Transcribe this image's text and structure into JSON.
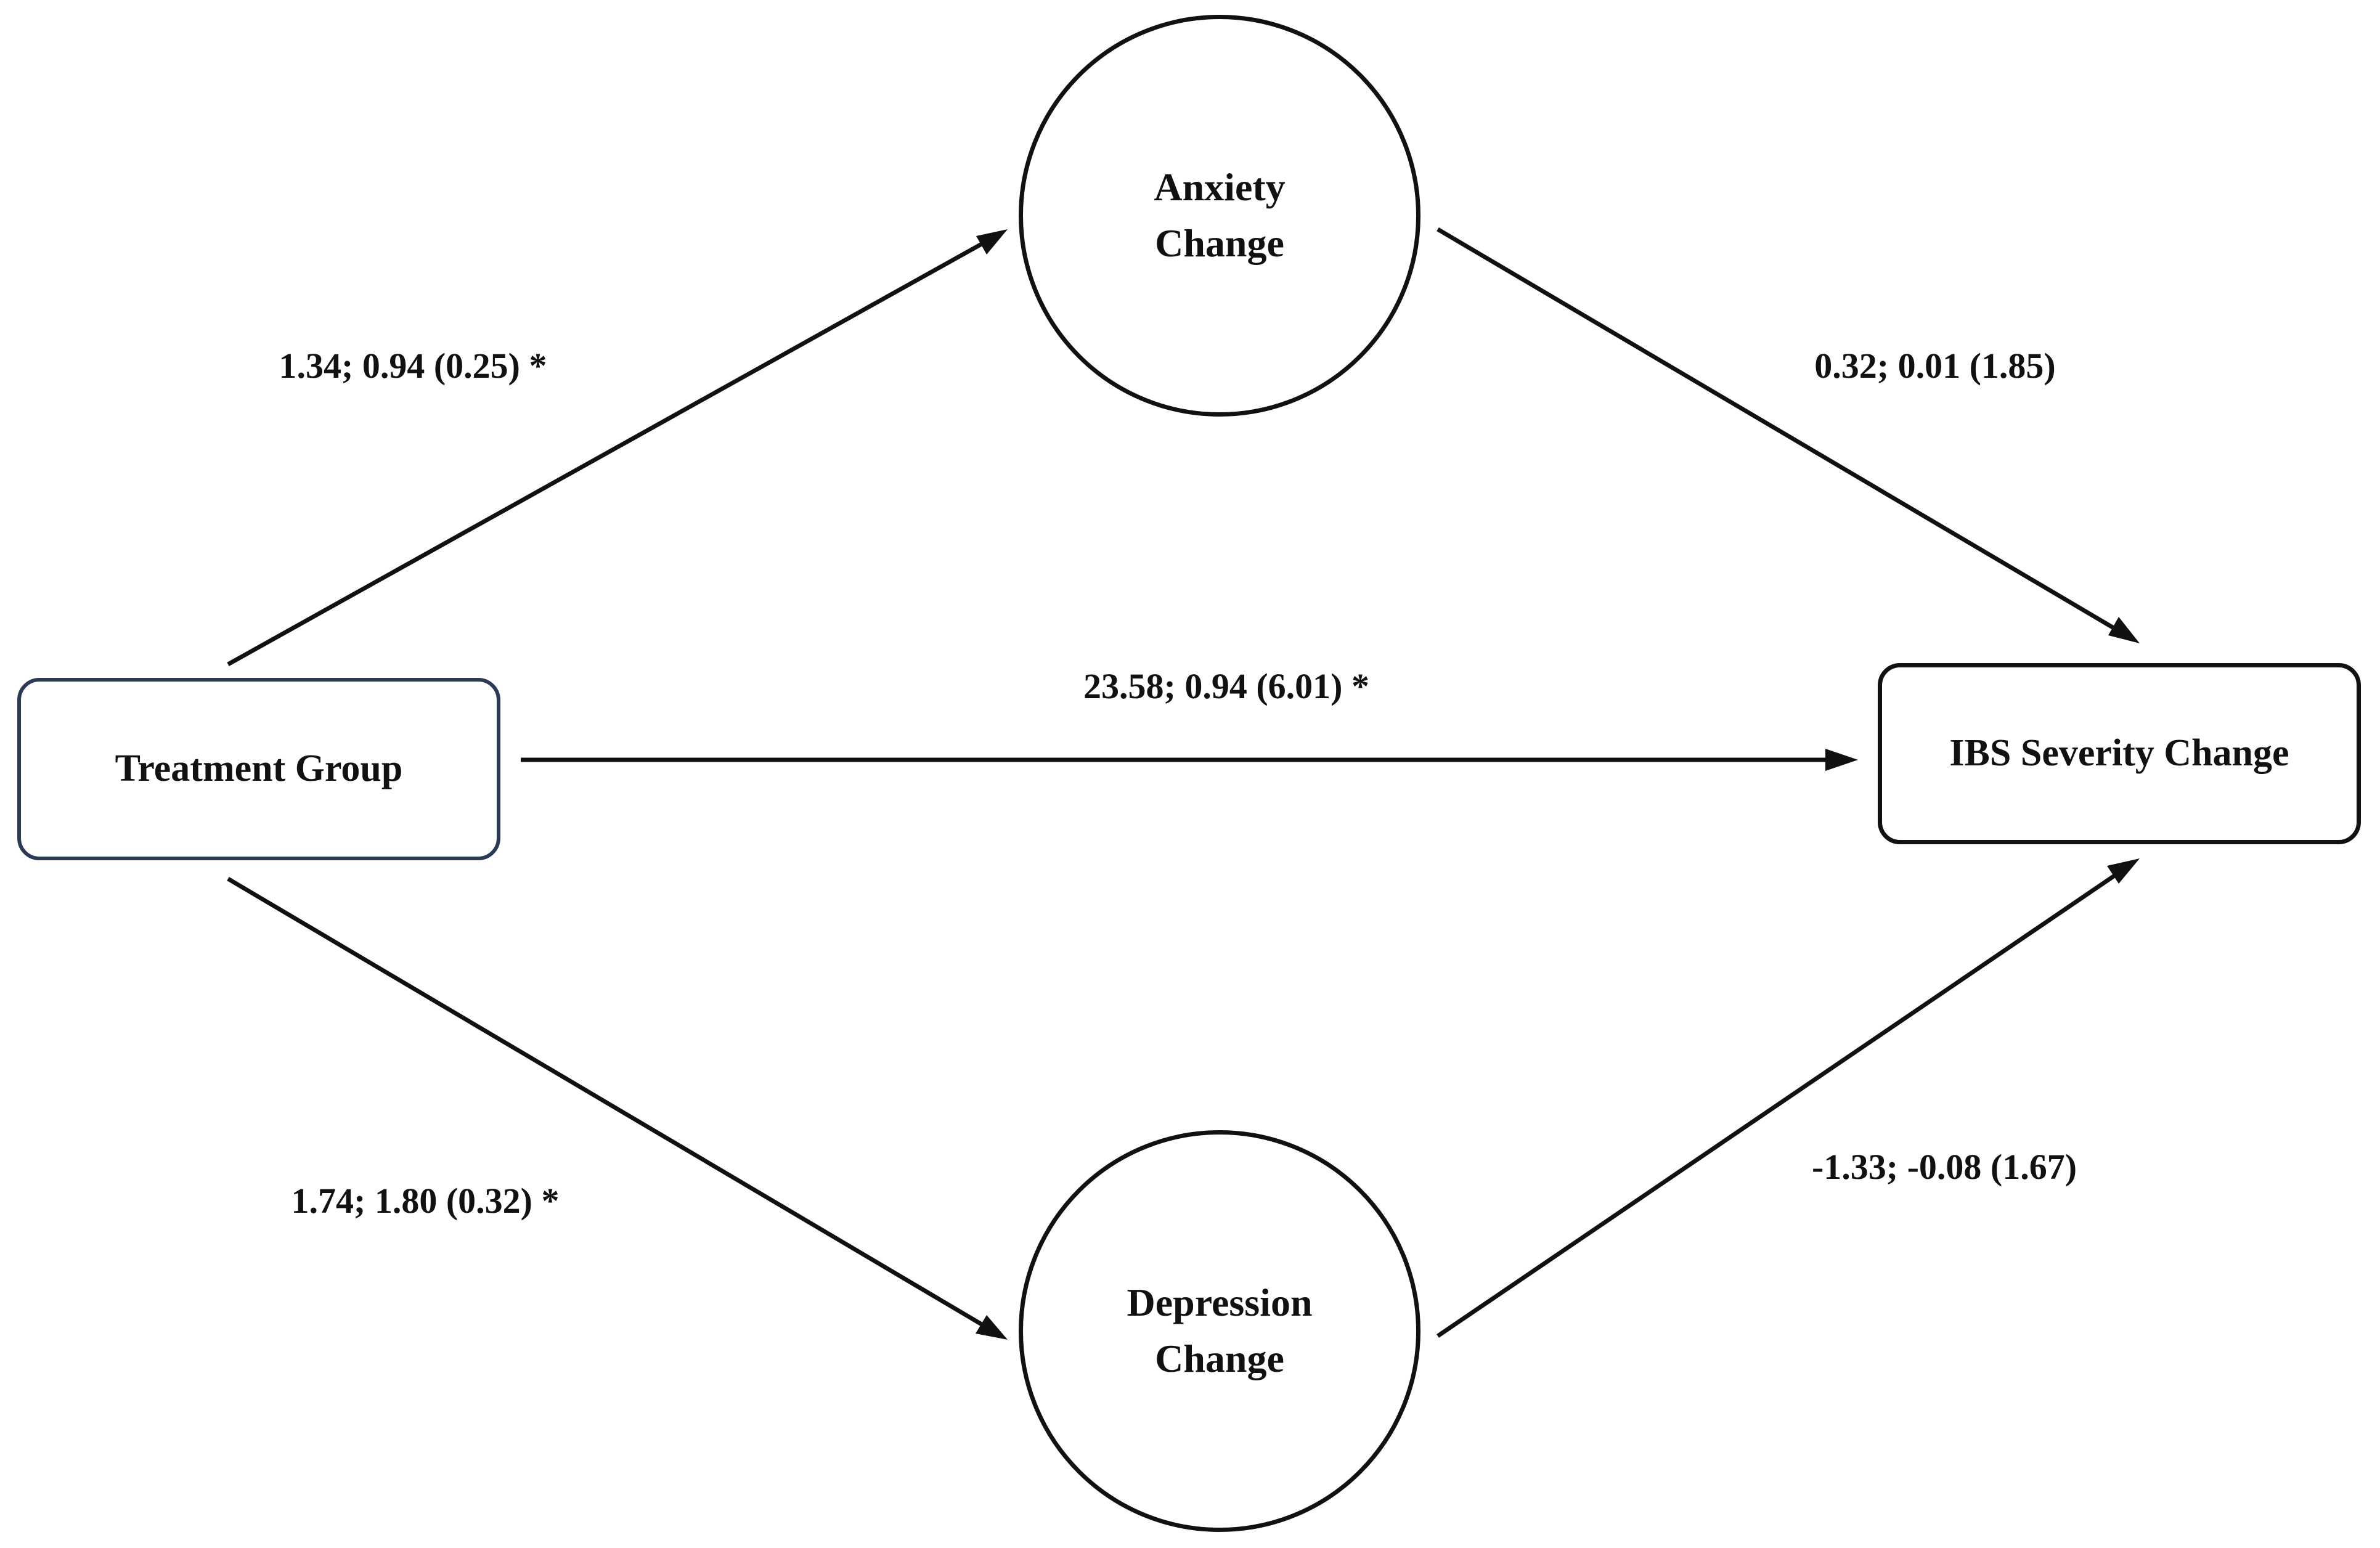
{
  "nodes": {
    "treatment": {
      "label": "Treatment Group"
    },
    "anxiety": {
      "line1": "Anxiety",
      "line2": "Change"
    },
    "depression": {
      "line1": "Depression",
      "line2": "Change"
    },
    "ibs": {
      "label": "IBS Severity Change"
    }
  },
  "paths": {
    "treatment_to_anxiety": "1.34; 0.94 (0.25) *",
    "anxiety_to_ibs": "0.32; 0.01 (1.85)",
    "treatment_to_ibs": "23.58; 0.94 (6.01) *",
    "treatment_to_depression": "1.74; 1.80 (0.32) *",
    "depression_to_ibs": "-1.33; -0.08 (1.67)"
  },
  "colors": {
    "lines": "#111111",
    "treatment_border": "#2b3a55",
    "background": "#ffffff"
  }
}
